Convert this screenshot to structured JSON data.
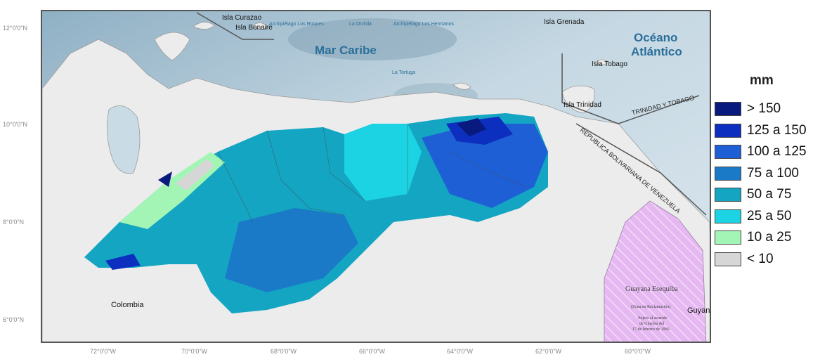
{
  "map": {
    "latitude_labels": [
      "12°0'0\"N",
      "10°0'0\"N",
      "8°0'0\"N",
      "6°0'0\"N"
    ],
    "longitude_labels": [
      "72°0'0\"W",
      "70°0'0\"W",
      "68°0'0\"W",
      "66°0'0\"W",
      "64°0'0\"W",
      "62°0'0\"W",
      "60°0'0\"W"
    ],
    "places": {
      "mar_caribe": "Mar Caribe",
      "oceano_line1": "Océano",
      "oceano_line2": "Atlántico",
      "isla_curazao": "Isla Curazao",
      "isla_bonaire": "Isla Bonaire",
      "archipielago_los_roques": "Archipiélago Los Roques",
      "la_orchila": "La Orchila",
      "los_hermanos": "Archipiélago Los Hermanos",
      "isla_grenada": "Isla Grenada",
      "isla_tobago": "Isla Tobago",
      "isla_trinidad": "Isla Trinidad",
      "la_tortuga": "La Tortuga",
      "trinidad_y_tobago": "TRINIDAD Y TOBAGO",
      "republica_bolivariana": "REPUBLICA BOLIVARIANA DE VENEZUELA",
      "colombia": "Colombia",
      "guyana": "Guyana",
      "guayana_esequiba": "Guayana Esequiba",
      "zona_reclamacion": "(Zona en Reclamación)",
      "sujeto_line1": "Sujeto al acuerdo",
      "sujeto_line2": "de Ginebra del",
      "sujeto_line3": "17 de febrero de 1966"
    },
    "colors": {
      "sea": "#c9dce6",
      "land": "#eeeeee",
      "reclamation_zone": "#e6b8f2"
    }
  },
  "legend": {
    "title": "mm",
    "items": [
      {
        "label": "> 150",
        "color": "#081a7e"
      },
      {
        "label": "125 a 150",
        "color": "#0d2fbf"
      },
      {
        "label": "100 a 125",
        "color": "#1f5fd6"
      },
      {
        "label": "75 a 100",
        "color": "#1a7ac8"
      },
      {
        "label": "50 a 75",
        "color": "#13a5c2"
      },
      {
        "label": "25 a 50",
        "color": "#1bd3e2"
      },
      {
        "label": "10 a 25",
        "color": "#a3f5b6"
      },
      {
        "label": "< 10",
        "color": "#d6d6d6"
      }
    ]
  }
}
